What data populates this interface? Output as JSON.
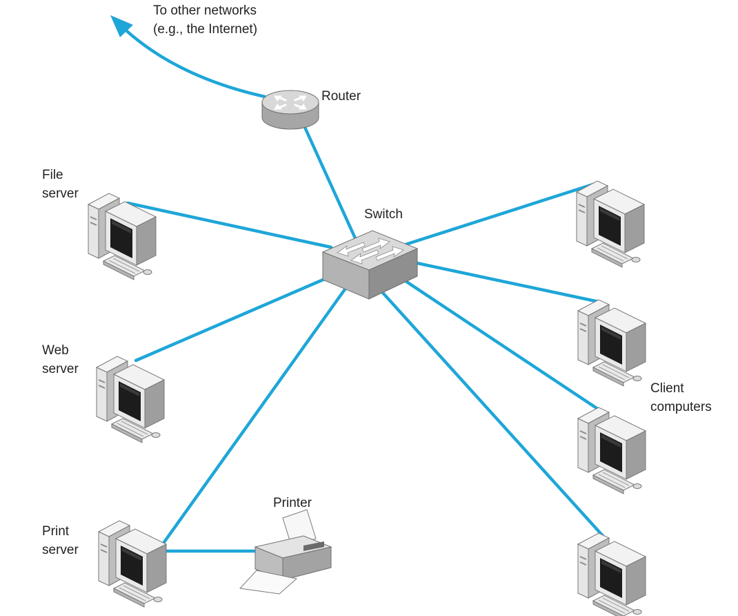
{
  "labels": {
    "internet_line1": "To other networks",
    "internet_line2": "(e.g., the Internet)",
    "router": "Router",
    "switch": "Switch",
    "file_server_line1": "File",
    "file_server_line2": "server",
    "web_server_line1": "Web",
    "web_server_line2": "server",
    "print_server_line1": "Print",
    "print_server_line2": "server",
    "printer": "Printer",
    "clients_line1": "Client",
    "clients_line2": "computers"
  },
  "colors": {
    "link": "#1ea6d8",
    "device_light": "#eeeeee",
    "device_mid": "#c9c9c9",
    "device_dark": "#8c8c8c",
    "screen": "#1c1c1c",
    "text": "#222222"
  },
  "icons": {
    "router": "router-icon",
    "switch": "switch-icon",
    "computer": "computer-icon",
    "printer": "printer-icon"
  }
}
